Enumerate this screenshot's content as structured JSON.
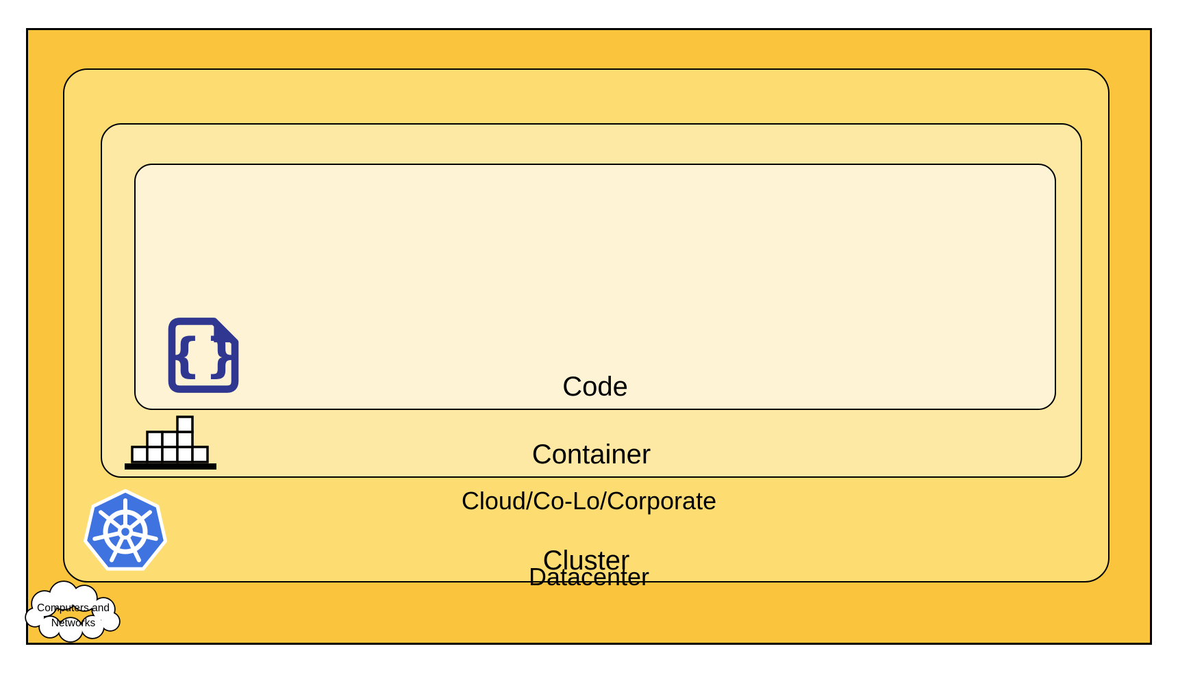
{
  "layers": {
    "datacenter": {
      "label_line1": "Cloud/Co-Lo/Corporate",
      "label_line2": "Datacenter",
      "fill": "#FAC43C",
      "icon_name": "cloud-icon"
    },
    "cluster": {
      "label": "Cluster",
      "fill": "#FDDD72",
      "icon_name": "kubernetes-icon"
    },
    "container": {
      "label": "Container",
      "fill": "#FDE8A4",
      "icon_name": "container-blocks-icon"
    },
    "code": {
      "label": "Code",
      "fill": "#FEF3D5",
      "icon_name": "code-file-icon"
    }
  },
  "cloud_callout": {
    "line1": "Computers and",
    "line2": "Networks"
  },
  "icons": {
    "code_file_braces": "{}"
  },
  "colors": {
    "border": "#000000",
    "text": "#000000",
    "icon_navy": "#2F3790",
    "kubernetes_blue": "#3E73E0",
    "cloud_fill": "#FFFFFF",
    "block_fill": "#FFFFFF",
    "block_border": "#000000"
  }
}
